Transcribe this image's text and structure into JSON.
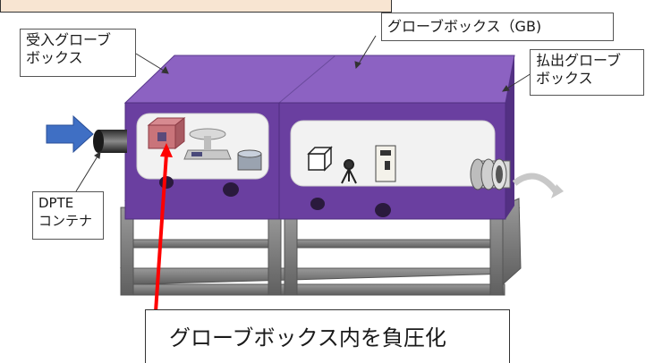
{
  "labels": {
    "receiving_glovebox": "受入グローブ\nボックス",
    "glovebox": "グローブボックス（GB)",
    "dispatch_glovebox": "払出グローブ\nボックス",
    "dpte_container": "DPTE\nコンテナ",
    "negative_pressure": "グローブボックス内を負圧化"
  },
  "colors": {
    "box_front": "#6a3fa0",
    "box_top": "#8c62c2",
    "box_side": "#533083",
    "frame": "#777777",
    "arrow_blue": "#3f6fc4",
    "arrow_red": "#ff0000",
    "callout_band": "#f8e5d2"
  }
}
